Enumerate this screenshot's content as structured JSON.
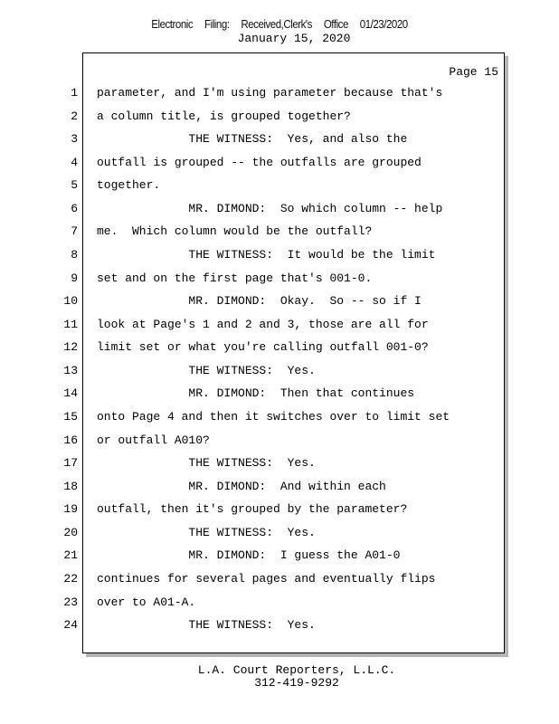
{
  "stamp": [
    "Electronic",
    "Filing:",
    "Received,Clerk's",
    "Office",
    "01/23/2020"
  ],
  "date": "January 15, 2020",
  "page_label": "Page 15",
  "lines": [
    {
      "n": "1",
      "t": "parameter, and I'm using parameter because that's"
    },
    {
      "n": "2",
      "t": "a column title, is grouped together?"
    },
    {
      "n": "3",
      "t": "             THE WITNESS:  Yes, and also the"
    },
    {
      "n": "4",
      "t": "outfall is grouped -- the outfalls are grouped"
    },
    {
      "n": "5",
      "t": "together."
    },
    {
      "n": "6",
      "t": "             MR. DIMOND:  So which column -- help"
    },
    {
      "n": "7",
      "t": "me.  Which column would be the outfall?"
    },
    {
      "n": "8",
      "t": "             THE WITNESS:  It would be the limit"
    },
    {
      "n": "9",
      "t": "set and on the first page that's 001-0."
    },
    {
      "n": "10",
      "t": "             MR. DIMOND:  Okay.  So -- so if I"
    },
    {
      "n": "11",
      "t": "look at Page's 1 and 2 and 3, those are all for"
    },
    {
      "n": "12",
      "t": "limit set or what you're calling outfall 001-0?"
    },
    {
      "n": "13",
      "t": "             THE WITNESS:  Yes."
    },
    {
      "n": "14",
      "t": "             MR. DIMOND:  Then that continues"
    },
    {
      "n": "15",
      "t": "onto Page 4 and then it switches over to limit set"
    },
    {
      "n": "16",
      "t": "or outfall A010?"
    },
    {
      "n": "17",
      "t": "             THE WITNESS:  Yes."
    },
    {
      "n": "18",
      "t": "             MR. DIMOND:  And within each"
    },
    {
      "n": "19",
      "t": "outfall, then it's grouped by the parameter?"
    },
    {
      "n": "20",
      "t": "             THE WITNESS:  Yes."
    },
    {
      "n": "21",
      "t": "             MR. DIMOND:  I guess the A01-0"
    },
    {
      "n": "22",
      "t": "continues for several pages and eventually flips"
    },
    {
      "n": "23",
      "t": "over to A01-A."
    },
    {
      "n": "24",
      "t": "             THE WITNESS:  Yes."
    }
  ],
  "footer": {
    "company": "L.A. Court Reporters, L.L.C.",
    "phone": "312-419-9292"
  }
}
